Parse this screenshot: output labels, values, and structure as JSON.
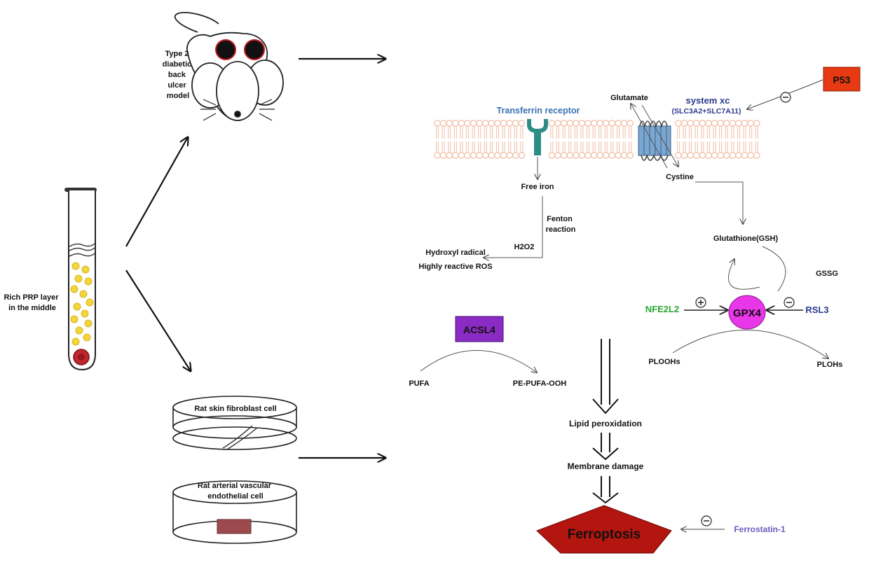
{
  "left": {
    "tube_label_1": "Rich PRP layer",
    "tube_label_2": "in the middle",
    "mouse_label_1": "Type 2",
    "mouse_label_2": "diabetic",
    "mouse_label_3": "back",
    "mouse_label_4": "ulcer",
    "mouse_label_5": "model",
    "dish1_label": "Rat skin fibroblast cell",
    "dish2_label_1": "Rat arterial vascular",
    "dish2_label_2": "endothelial cell"
  },
  "pathway": {
    "transferrin_receptor": "Transferrin receptor",
    "glutamate": "Glutamate",
    "system_xc": "system xc",
    "system_xc_sub": "(SLC3A2+SLC7A11)",
    "p53": "P53",
    "cystine": "Cystine",
    "free_iron": "Free iron",
    "fenton_1": "Fenton",
    "fenton_2": "reaction",
    "h2o2": "H2O2",
    "hydroxyl": "Hydroxyl radical",
    "ros": "Highly reactive ROS",
    "gsh": "Glutathione(GSH)",
    "gssg": "GSSG",
    "gpx4": "GPX4",
    "nfe2l2": "NFE2L2",
    "rsl3": "RSL3",
    "ploohs": "PLOOHs",
    "plohs": "PLOHs",
    "acsl4": "ACSL4",
    "pufa": "PUFA",
    "pe_pufa_ooh": "PE-PUFA-OOH",
    "lipid_peroxidation": "Lipid peroxidation",
    "membrane_damage": "Membrane damage",
    "ferroptosis": "Ferroptosis",
    "ferrostatin": "Ferrostatin-1"
  },
  "colors": {
    "membrane": "#f2c4ad",
    "transferrin": "#2e8c87",
    "p53": "#e83a12",
    "gpx4": "#e836e8",
    "acsl4": "#8a2bc4",
    "ferroptosis": "#b3150f",
    "nfe2l2": "#2aa833",
    "rsl3": "#2a3a8c",
    "ferrostatin": "#6b5bc0"
  }
}
